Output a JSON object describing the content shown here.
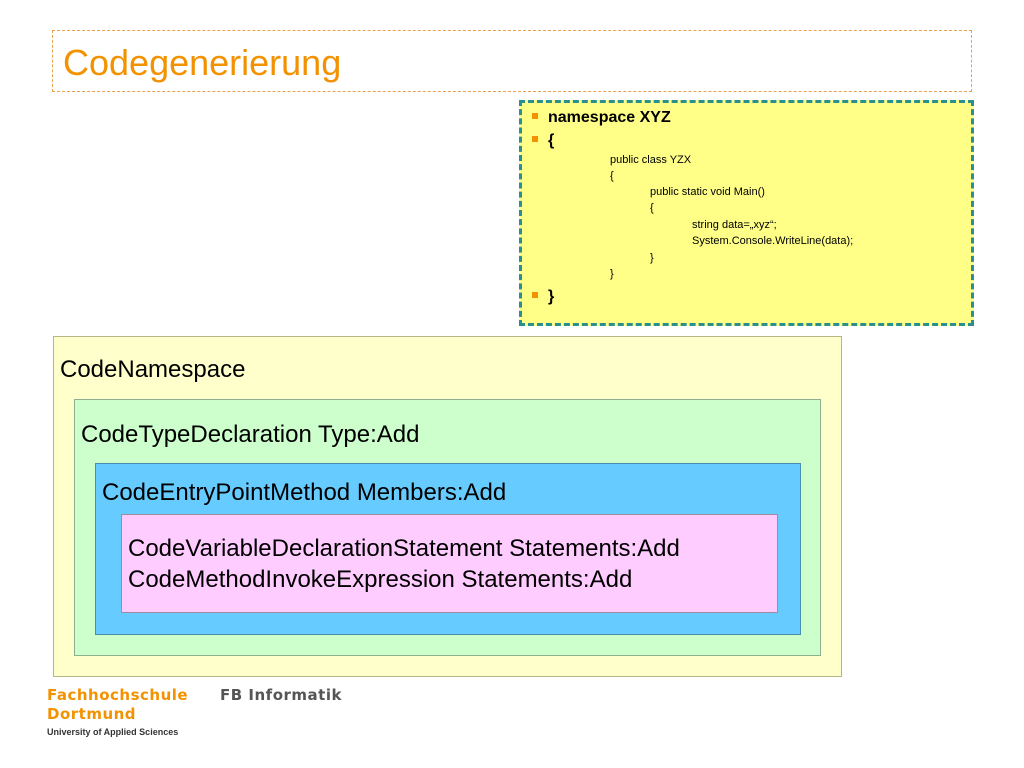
{
  "slide": {
    "title": "Codegenerierung"
  },
  "code": {
    "bullet1": "namespace XYZ",
    "bullet2": "{",
    "lines": [
      "public class YZX",
      "{",
      "public static void Main()",
      "{",
      "string data=„xyz“;",
      "System.Console.WriteLine(data);",
      "}",
      "}"
    ],
    "bullet3": "}"
  },
  "hierarchy": {
    "namespace_label": "CodeNamespace",
    "type_label": "CodeTypeDeclaration Type:Add",
    "method_label": "CodeEntryPointMethod Members:Add",
    "statement1": "CodeVariableDeclarationStatement Statements:Add",
    "statement2": "CodeMethodInvokeExpression Statements:Add"
  },
  "colors": {
    "accent": "#f39200",
    "code_bg": "#ffff88",
    "code_border": "#2a8f8f",
    "namespace_bg": "#ffffcc",
    "type_bg": "#ccffcc",
    "method_bg": "#66ccff",
    "statement_bg": "#ffccff"
  },
  "footer": {
    "logo_line1": "Fachhochschule",
    "logo_line2": "Dortmund",
    "dept": "FB Informatik",
    "university": "University of Applied Sciences"
  }
}
